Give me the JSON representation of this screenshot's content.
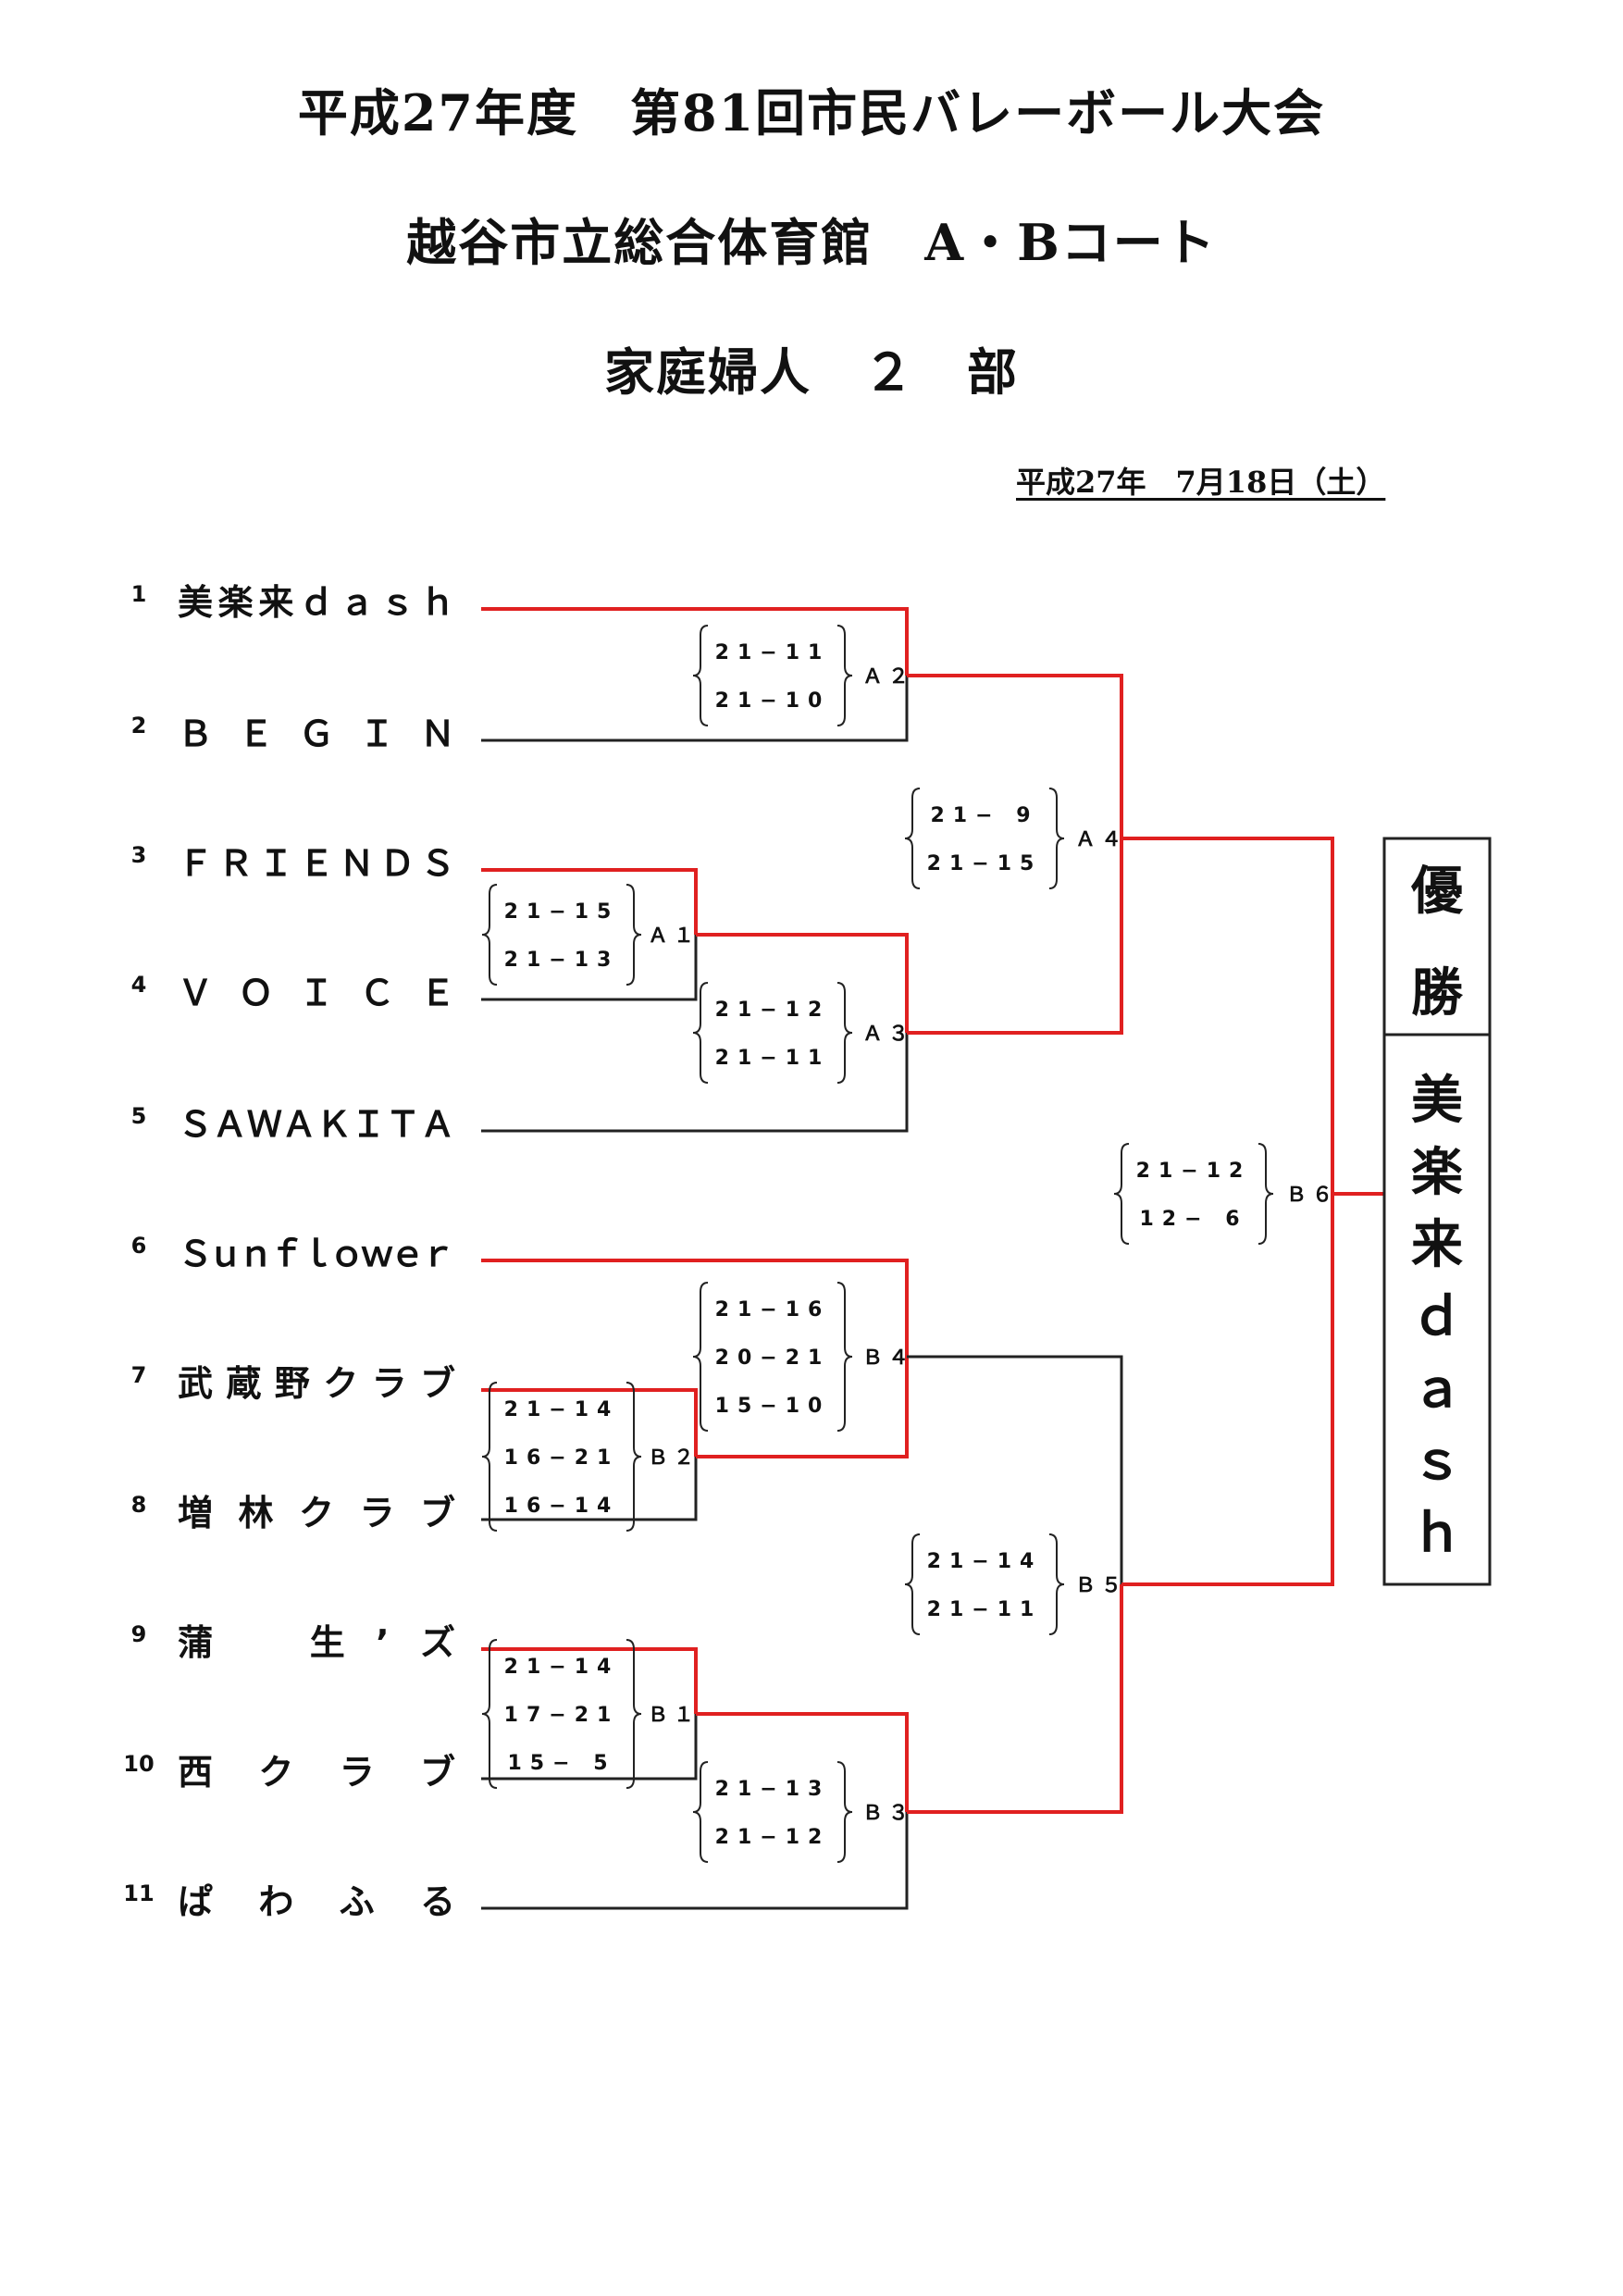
{
  "header": {
    "title_line1": "平成27年度　第81回市民バレーボール大会",
    "title_line2": "越谷市立総合体育館　A・Bコート",
    "title_line3": "家庭婦人　２　部",
    "date": "平成27年　7月18日（土）"
  },
  "teams": [
    {
      "seed": "1",
      "name": "美楽来ｄａｓｈ"
    },
    {
      "seed": "2",
      "name": "ＢＥＧＩＮ"
    },
    {
      "seed": "3",
      "name": "ＦＲＩＥＮＤＳ"
    },
    {
      "seed": "4",
      "name": "ＶＯＩＣＥ"
    },
    {
      "seed": "5",
      "name": "ＳＡＷＡＫＩＴＡ"
    },
    {
      "seed": "6",
      "name": "Ｓｕｎｆｌｏｗｅｒ"
    },
    {
      "seed": "7",
      "name": "武蔵野クラブ"
    },
    {
      "seed": "8",
      "name": "増林クラブ"
    },
    {
      "seed": "9",
      "name": "蒲　生’ズ"
    },
    {
      "seed": "10",
      "name": "西クラブ"
    },
    {
      "seed": "11",
      "name": "ぱわふる"
    }
  ],
  "matches": {
    "A1": {
      "label": "Ａ１",
      "scores": [
        "21−15",
        "21−13"
      ]
    },
    "A2": {
      "label": "Ａ２",
      "scores": [
        "21−11",
        "21−10"
      ]
    },
    "A3": {
      "label": "Ａ３",
      "scores": [
        "21−12",
        "21−11"
      ]
    },
    "A4": {
      "label": "Ａ４",
      "scores": [
        "21− 9",
        "21−15"
      ]
    },
    "B1": {
      "label": "Ｂ１",
      "scores": [
        "21−14",
        "17−21",
        "15− 5"
      ]
    },
    "B2": {
      "label": "Ｂ２",
      "scores": [
        "21−14",
        "16−21",
        "16−14"
      ]
    },
    "B3": {
      "label": "Ｂ３",
      "scores": [
        "21−13",
        "21−12"
      ]
    },
    "B4": {
      "label": "Ｂ４",
      "scores": [
        "21−16",
        "20−21",
        "15−10"
      ]
    },
    "B5": {
      "label": "Ｂ５",
      "scores": [
        "21−14",
        "21−11"
      ]
    },
    "B6": {
      "label": "Ｂ６",
      "scores": [
        "21−12",
        "12− 6"
      ]
    }
  },
  "champion": {
    "header": "優勝",
    "name": "美楽来ｄａｓｈ"
  },
  "colors": {
    "winner_line": "#e02020",
    "line": "#222222"
  }
}
